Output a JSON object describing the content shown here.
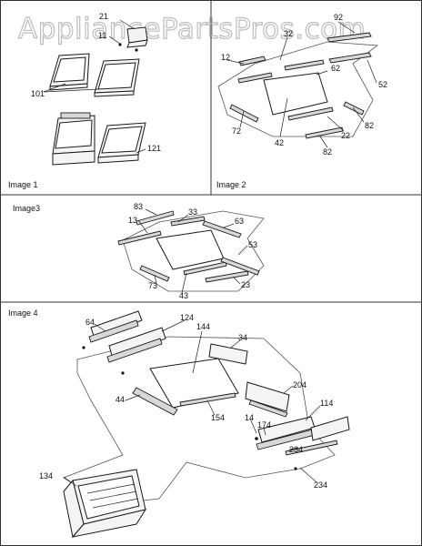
{
  "watermark": "AppliancePartsPros.com",
  "panels": [
    {
      "label": "Image 1",
      "callouts": [
        "21",
        "11",
        "101",
        "121"
      ]
    },
    {
      "label": "Image 2",
      "callouts": [
        "92",
        "32",
        "12",
        "62",
        "52",
        "72",
        "42",
        "82",
        "22",
        "82"
      ]
    },
    {
      "label": "Image3",
      "callouts": [
        "83",
        "33",
        "13",
        "63",
        "53",
        "73",
        "43",
        "23"
      ]
    },
    {
      "label": "Image 4",
      "callouts": [
        "124",
        "64",
        "144",
        "34",
        "44",
        "154",
        "204",
        "114",
        "14",
        "174",
        "234",
        "234",
        "134"
      ]
    }
  ]
}
